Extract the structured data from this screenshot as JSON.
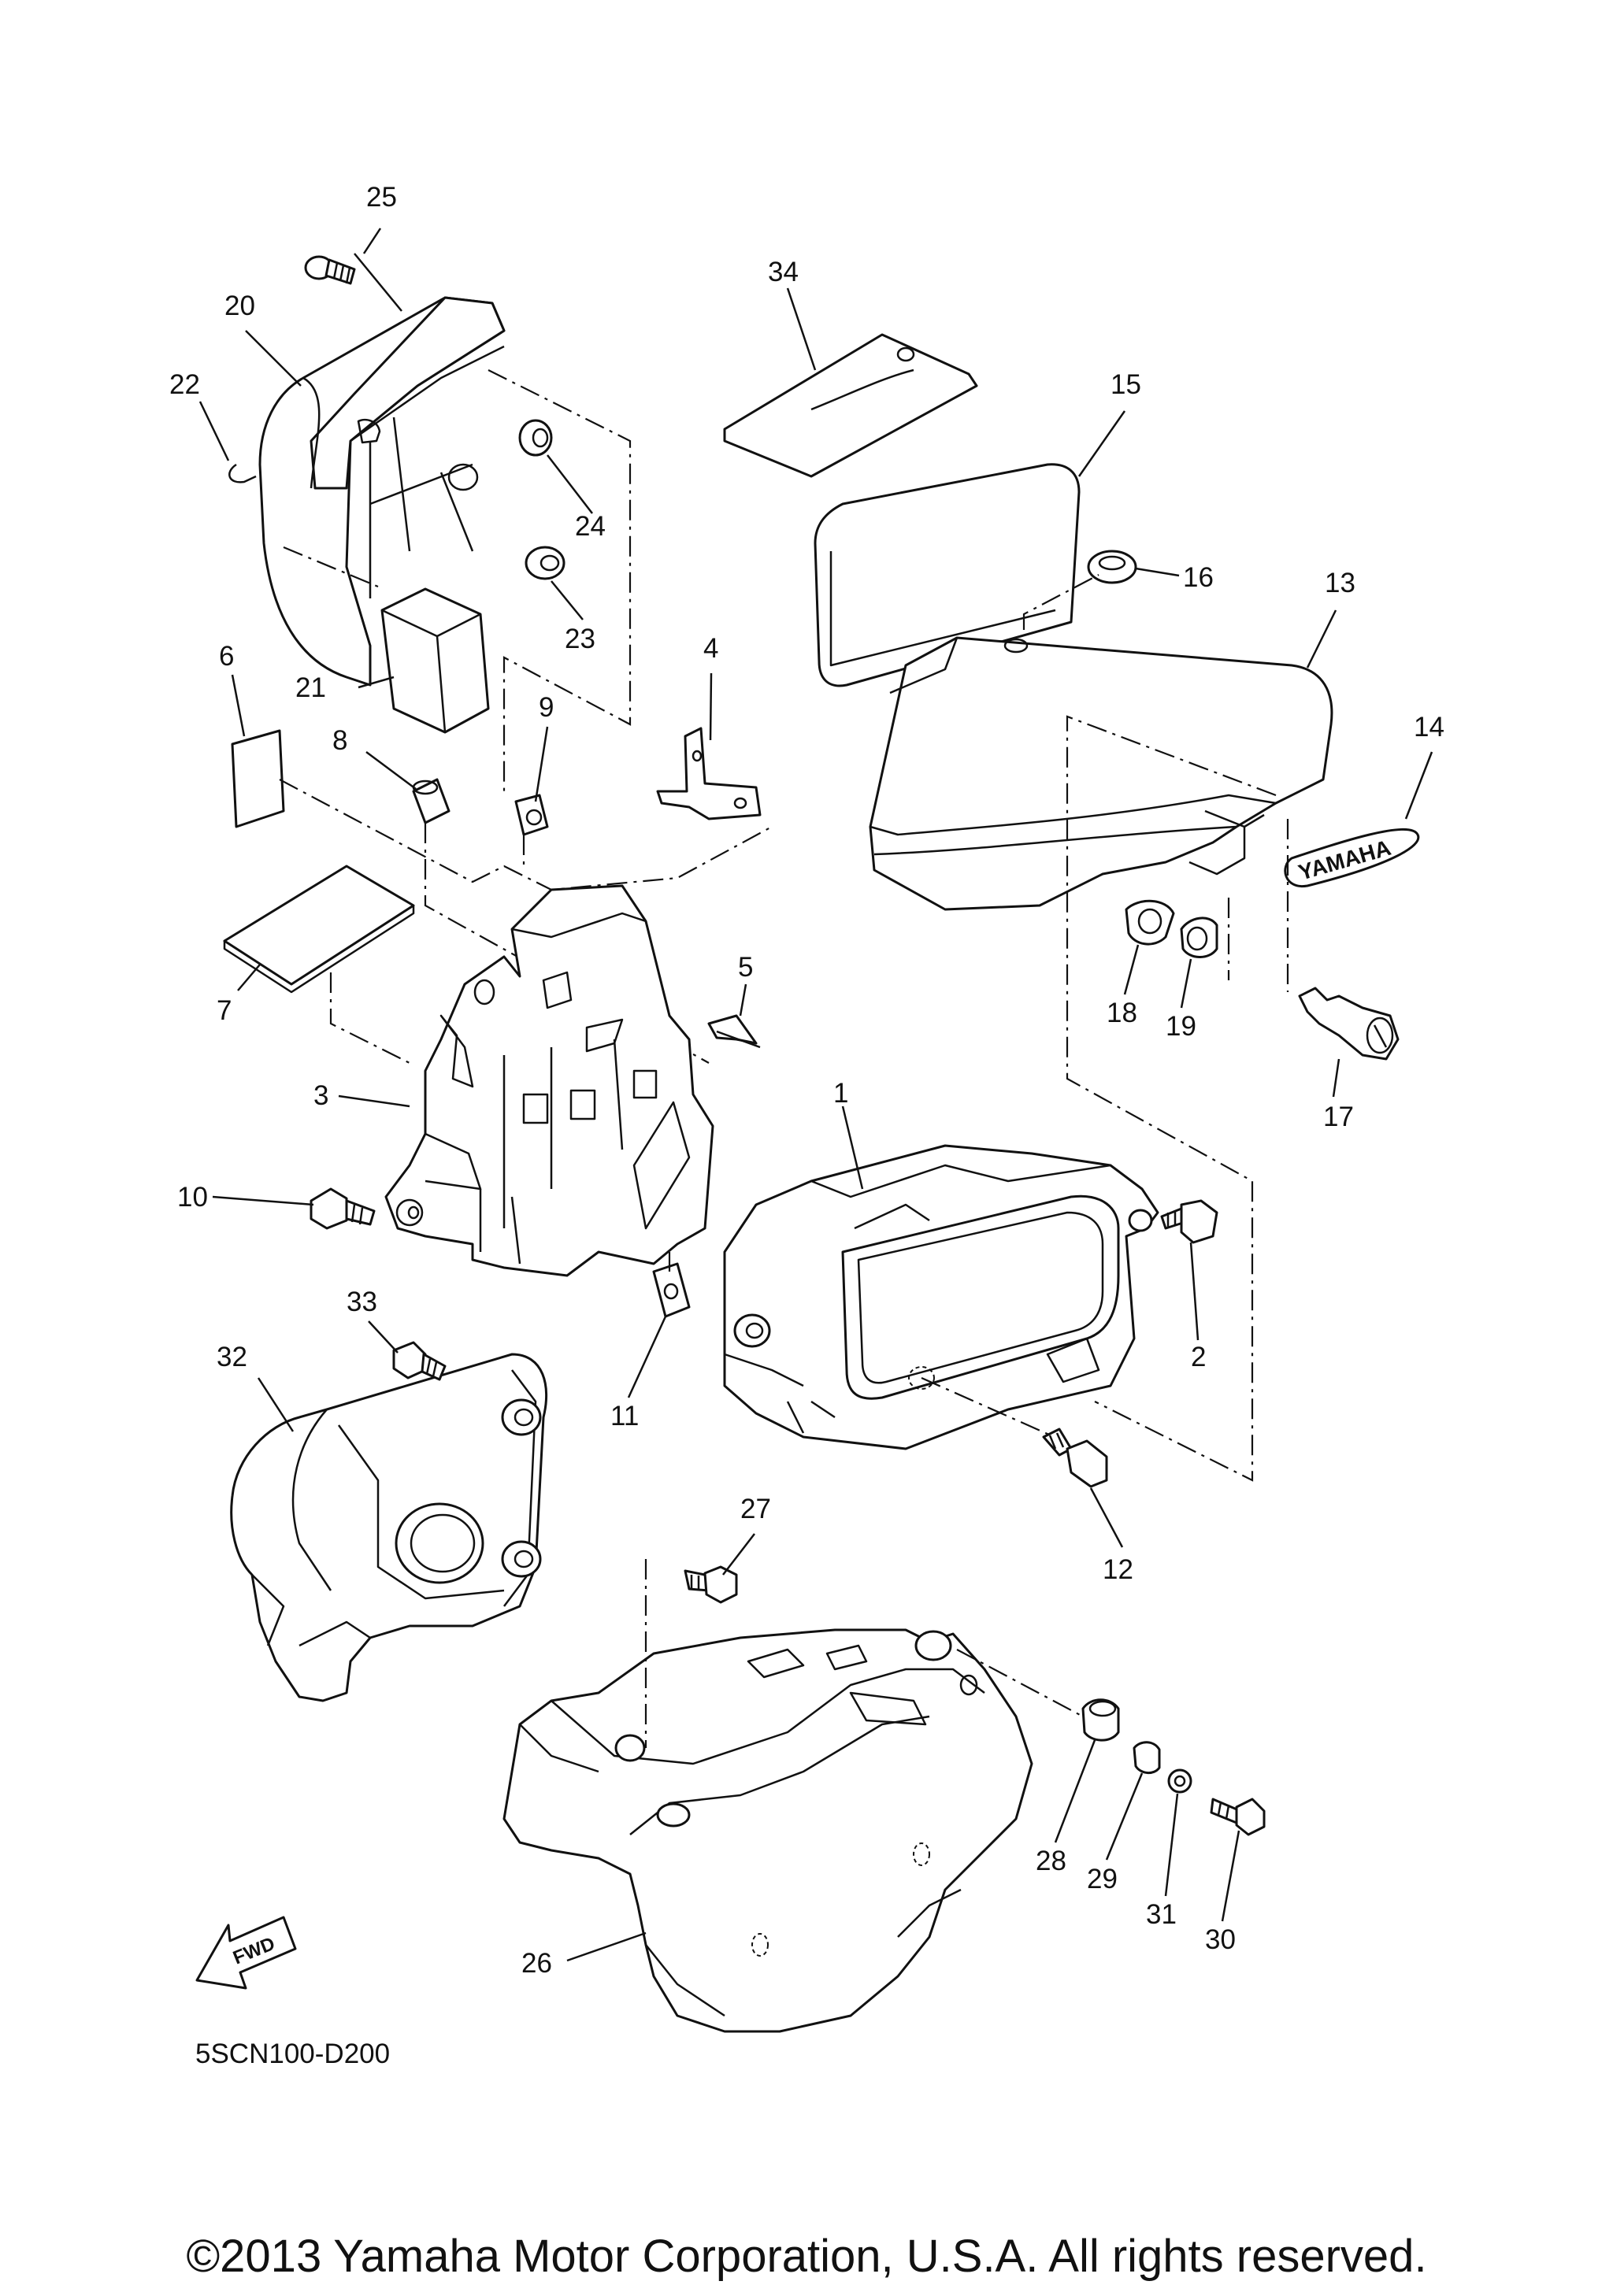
{
  "diagram": {
    "callouts": [
      {
        "id": "1",
        "label": "1"
      },
      {
        "id": "2",
        "label": "2"
      },
      {
        "id": "3",
        "label": "3"
      },
      {
        "id": "4",
        "label": "4"
      },
      {
        "id": "5",
        "label": "5"
      },
      {
        "id": "6",
        "label": "6"
      },
      {
        "id": "7",
        "label": "7"
      },
      {
        "id": "8",
        "label": "8"
      },
      {
        "id": "9",
        "label": "9"
      },
      {
        "id": "10",
        "label": "10"
      },
      {
        "id": "11",
        "label": "11"
      },
      {
        "id": "12",
        "label": "12"
      },
      {
        "id": "13",
        "label": "13"
      },
      {
        "id": "14",
        "label": "14"
      },
      {
        "id": "15",
        "label": "15"
      },
      {
        "id": "16",
        "label": "16"
      },
      {
        "id": "17",
        "label": "17"
      },
      {
        "id": "18",
        "label": "18"
      },
      {
        "id": "19",
        "label": "19"
      },
      {
        "id": "20",
        "label": "20"
      },
      {
        "id": "21",
        "label": "21"
      },
      {
        "id": "22",
        "label": "22"
      },
      {
        "id": "23",
        "label": "23"
      },
      {
        "id": "24",
        "label": "24"
      },
      {
        "id": "25",
        "label": "25"
      },
      {
        "id": "26",
        "label": "26"
      },
      {
        "id": "27",
        "label": "27"
      },
      {
        "id": "28",
        "label": "28"
      },
      {
        "id": "29",
        "label": "29"
      },
      {
        "id": "30",
        "label": "30"
      },
      {
        "id": "31",
        "label": "31"
      },
      {
        "id": "32",
        "label": "32"
      },
      {
        "id": "33",
        "label": "33"
      },
      {
        "id": "34",
        "label": "34"
      }
    ],
    "emblem_text": "YAMAHA",
    "fwd_label": "FWD",
    "diagram_code": "5SCN100-D200",
    "copyright": "©2013 Yamaha Motor Corporation, U.S.A. All rights reserved."
  }
}
